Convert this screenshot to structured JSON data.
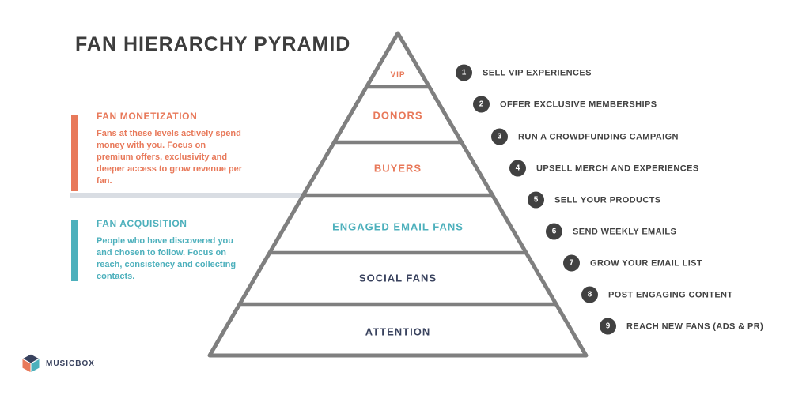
{
  "title": "FAN HIERARCHY PYRAMID",
  "left_panel": {
    "monetization": {
      "heading": "FAN MONETIZATION",
      "body": "Fans at these levels actively spend money with you. Focus on premium offers, exclusivity and deeper access to grow revenue per fan.",
      "accent_color": "#e8795a"
    },
    "acquisition": {
      "heading": "FAN ACQUISITION",
      "body": "People who have discovered you and chosen to follow. Focus on reach, consistency and collecting contacts.",
      "accent_color": "#4db0bc"
    }
  },
  "pyramid": {
    "outline_color": "#7f7f7f",
    "divider_color": "#d9dde3",
    "tiers": [
      {
        "label": "VIP",
        "color": "#e8795a"
      },
      {
        "label": "DONORS",
        "color": "#e8795a"
      },
      {
        "label": "BUYERS",
        "color": "#e8795a"
      },
      {
        "label": "ENGAGED EMAIL FANS",
        "color": "#4db0bc"
      },
      {
        "label": "SOCIAL FANS",
        "color": "#39425e"
      },
      {
        "label": "ATTENTION",
        "color": "#39425e"
      }
    ]
  },
  "right_list": {
    "items": [
      {
        "num": "1",
        "label": "SELL VIP EXPERIENCES"
      },
      {
        "num": "2",
        "label": "OFFER EXCLUSIVE MEMBERSHIPS"
      },
      {
        "num": "3",
        "label": "RUN A CROWDFUNDING CAMPAIGN"
      },
      {
        "num": "4",
        "label": "UPSELL MERCH AND EXPERIENCES"
      },
      {
        "num": "5",
        "label": "SELL YOUR PRODUCTS"
      },
      {
        "num": "6",
        "label": "SEND WEEKLY EMAILS"
      },
      {
        "num": "7",
        "label": "GROW YOUR EMAIL LIST"
      },
      {
        "num": "8",
        "label": "POST ENGAGING CONTENT"
      },
      {
        "num": "9",
        "label": "REACH NEW FANS (ADS & PR)"
      }
    ]
  },
  "logo": {
    "text": "MUSICBOX"
  }
}
